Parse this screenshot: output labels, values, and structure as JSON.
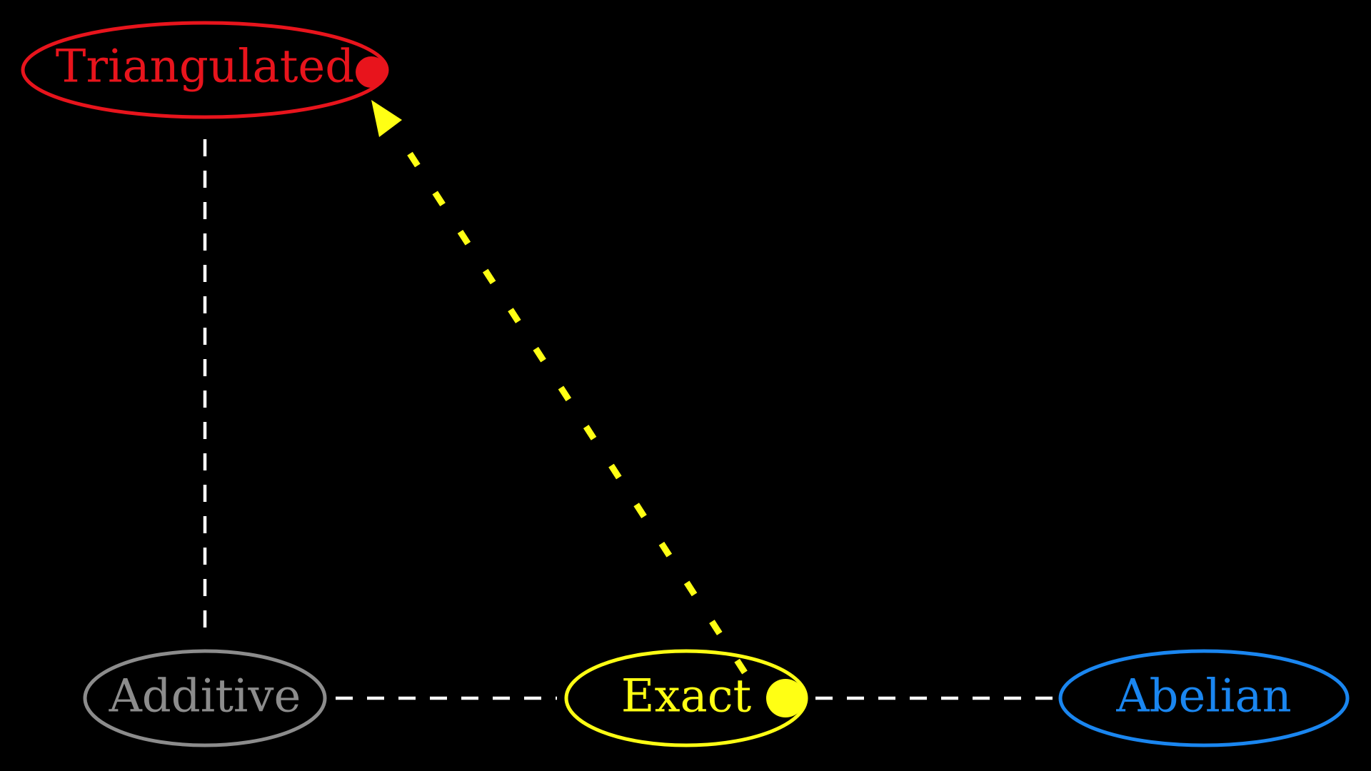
{
  "background": "#000000",
  "nodes": {
    "triangulated": {
      "label": "Triangulated",
      "color": "#e8141c"
    },
    "additive": {
      "label": "Additive",
      "color": "#8c8c8c"
    },
    "exact": {
      "label": "Exact",
      "color": "#ffff14"
    },
    "abelian": {
      "label": "Abelian",
      "color": "#1a86f0"
    }
  },
  "edge_colors": {
    "plain": "#ffffff",
    "highlight": "#ffff14"
  }
}
